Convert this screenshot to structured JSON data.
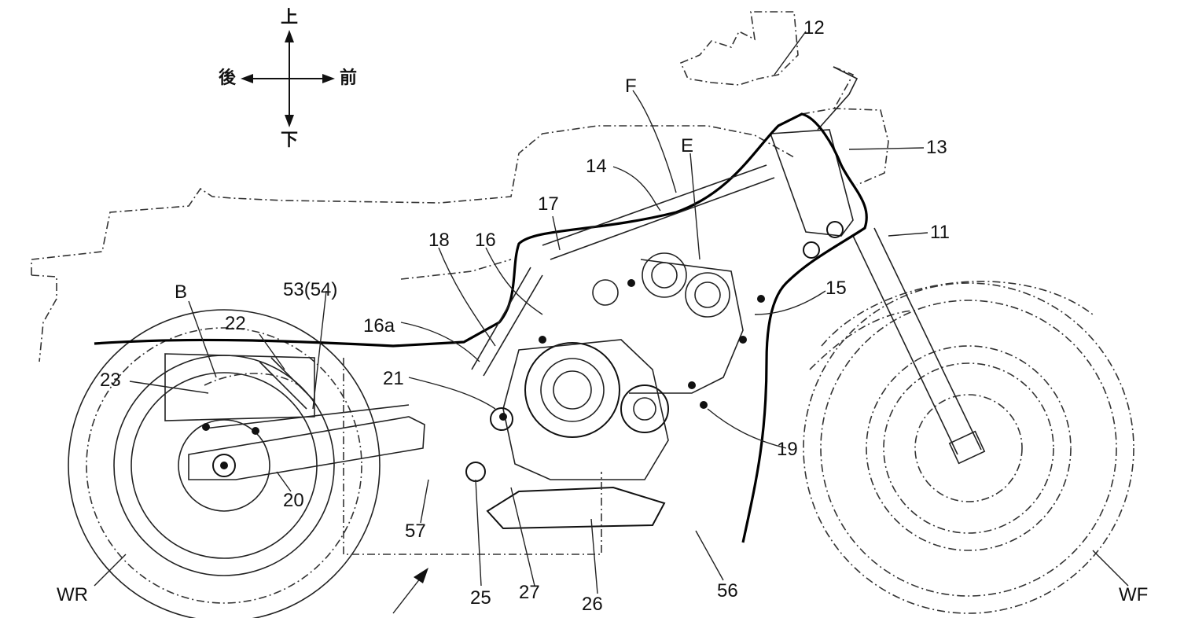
{
  "direction_indicator": {
    "up": "上",
    "down": "下",
    "rear": "後",
    "front": "前"
  },
  "labels": {
    "l12": "12",
    "l13": "13",
    "l11": "11",
    "lF": "F",
    "lE": "E",
    "l14": "14",
    "l17": "17",
    "l18": "18",
    "l16": "16",
    "l15": "15",
    "lB": "B",
    "l53": "53(54)",
    "l22": "22",
    "l16a": "16a",
    "l23": "23",
    "l21": "21",
    "l19": "19",
    "l20": "20",
    "l57": "57",
    "lWR": "WR",
    "l25": "25",
    "l27": "27",
    "l26": "26",
    "l56": "56",
    "lWF": "WF"
  }
}
